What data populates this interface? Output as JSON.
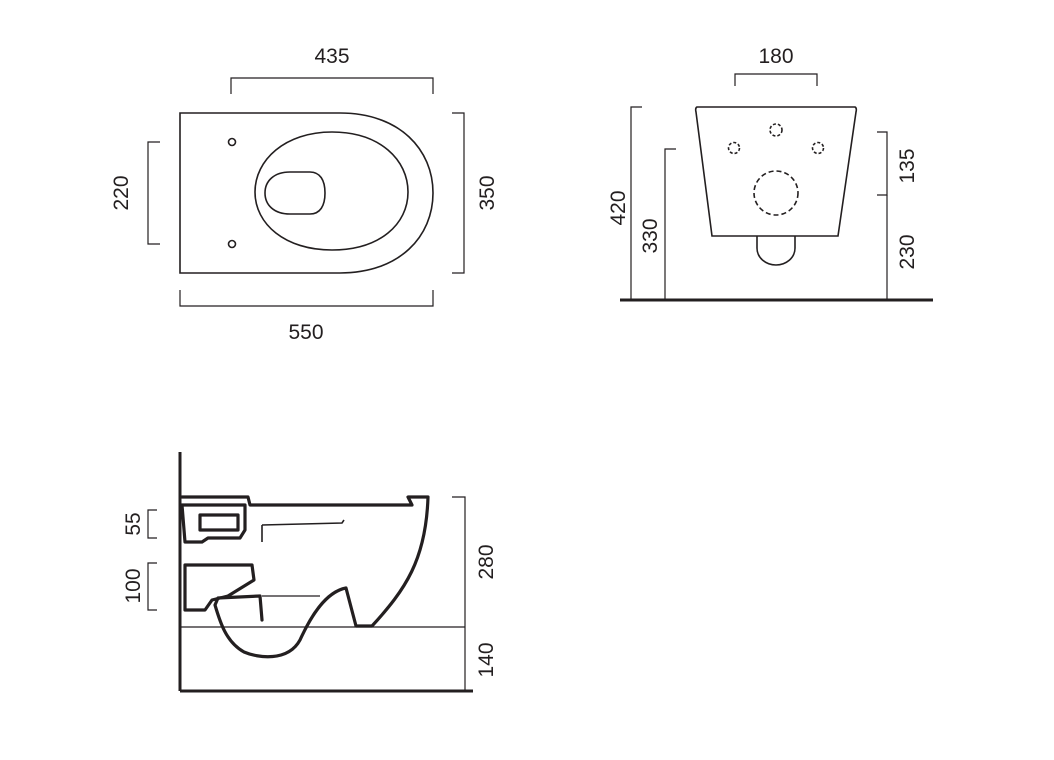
{
  "top_view": {
    "dim_width_inner": "435",
    "dim_width_total": "550",
    "dim_depth_total": "350",
    "dim_hole_spacing": "220"
  },
  "front_view": {
    "dim_top_width": "180",
    "dim_height_total": "420",
    "dim_height_outlet": "330",
    "dim_upper_fix": "135",
    "dim_lower_fix": "230"
  },
  "side_view": {
    "dim_inlet": "55",
    "dim_outlet": "100",
    "dim_body_height": "280",
    "dim_floor_clearance": "140"
  }
}
